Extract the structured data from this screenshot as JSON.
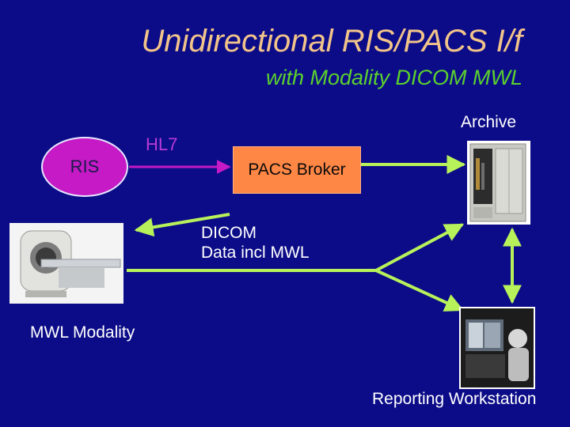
{
  "title": "Unidirectional RIS/PACS I/f",
  "subtitle": "with Modality DICOM MWL",
  "nodes": {
    "ris": "RIS",
    "broker": "PACS Broker"
  },
  "labels": {
    "archive": "Archive",
    "hl7": "HL7",
    "dicom_line1": "DICOM",
    "dicom_line2": "Data incl MWL",
    "modality": "MWL Modality",
    "workstation": "Reporting Workstation"
  },
  "colors": {
    "background": "#0c0c88",
    "title": "#f2c48a",
    "subtitle": "#5bd12e",
    "ris": "#c51ac5",
    "hl7_arrow": "#c51ac5",
    "broker": "#ff8746",
    "dicom_arrow": "#b8f25a"
  },
  "icons": {
    "archive": "archive-storage-cabinet-icon",
    "modality": "ct-scanner-icon",
    "workstation": "radiologist-workstation-icon"
  }
}
